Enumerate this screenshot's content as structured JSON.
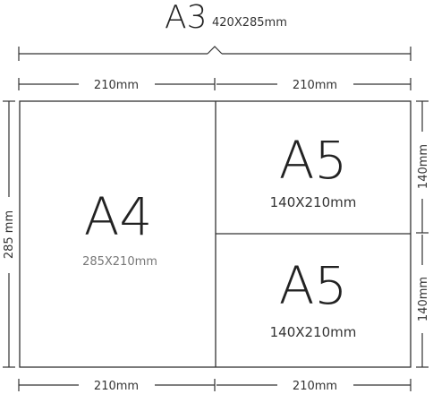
{
  "title": {
    "big": "A3",
    "small": "420X285mm"
  },
  "top_dims": [
    "210mm",
    "210mm"
  ],
  "bottom_dims": [
    "210mm",
    "210mm"
  ],
  "left_dim": "285 mm",
  "right_dims": [
    "140mm",
    "140mm"
  ],
  "sheets": [
    {
      "name": "A4",
      "size": "285X210mm"
    },
    {
      "name": "A5",
      "size": "140X210mm"
    },
    {
      "name": "A5",
      "size": "140X210mm"
    }
  ]
}
